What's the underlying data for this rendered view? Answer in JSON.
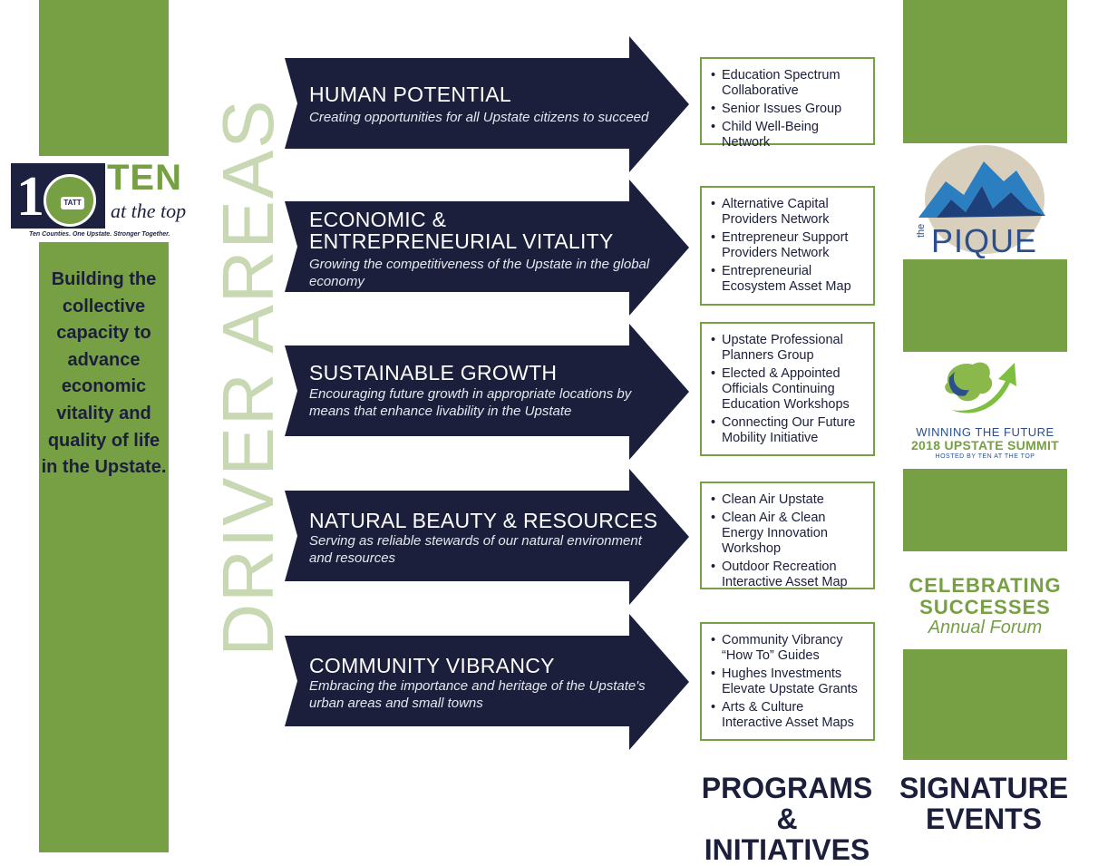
{
  "logo": {
    "badge_text": "TATT",
    "brand_big": "TEN",
    "brand_small": "at the top",
    "tagline": "Ten Counties. One Upstate. Stronger Together."
  },
  "mission": "Building the collective capacity to advance economic vitality and quality of life in the Upstate.",
  "vertical_title": "DRIVER AREAS",
  "driver_areas": [
    {
      "title_lines": [
        "HUMAN POTENTIAL"
      ],
      "description": "Creating opportunities for all Upstate citizens to succeed",
      "programs": [
        "Education Spectrum Collaborative",
        "Senior Issues Group",
        "Child Well-Being Network"
      ]
    },
    {
      "title_lines": [
        "ECONOMIC &",
        "ENTREPRENEURIAL VITALITY"
      ],
      "description": "Growing the competitiveness of the Upstate in the global economy",
      "programs": [
        "Alternative Capital Providers Network",
        "Entrepreneur Support Providers Network",
        "Entrepreneurial Ecosystem Asset Map"
      ]
    },
    {
      "title_lines": [
        "SUSTAINABLE GROWTH"
      ],
      "description": "Encouraging future growth in appropriate locations by means that enhance livability in the Upstate",
      "programs": [
        "Upstate Professional Planners Group",
        "Elected & Appointed Officials Continuing Education Workshops",
        "Connecting Our Future Mobility Initiative"
      ]
    },
    {
      "title_lines": [
        "NATURAL BEAUTY & RESOURCES"
      ],
      "description": "Serving as reliable stewards of our natural environment and resources",
      "programs": [
        "Clean Air Upstate",
        "Clean Air & Clean Energy Innovation Workshop",
        "Outdoor Recreation Interactive Asset Map"
      ]
    },
    {
      "title_lines": [
        "COMMUNITY VIBRANCY"
      ],
      "description": "Embracing the importance and heritage of the Upstate's urban areas and small towns",
      "programs": [
        "Community Vibrancy “How To” Guides",
        "Hughes Investments Elevate Upstate Grants",
        "Arts & Culture Interactive Asset Maps"
      ]
    }
  ],
  "events": {
    "pique_the": "the",
    "pique_word": "PIQUE",
    "summit_line1": "WINNING THE FUTURE",
    "summit_line2": "2018 UPSTATE SUMMIT",
    "summit_line3": "HOSTED BY TEN AT THE TOP",
    "celebrating": "CELEBRATING SUCCESSES",
    "forum": "Annual Forum"
  },
  "headings": {
    "programs": "PROGRAMS & INITIATIVES",
    "events": "SIGNATURE EVENTS"
  },
  "colors": {
    "green": "#76a043",
    "navy": "#1b1f3b",
    "light_green_text": "#c8d8b3",
    "blue": "#2a4f8c"
  }
}
